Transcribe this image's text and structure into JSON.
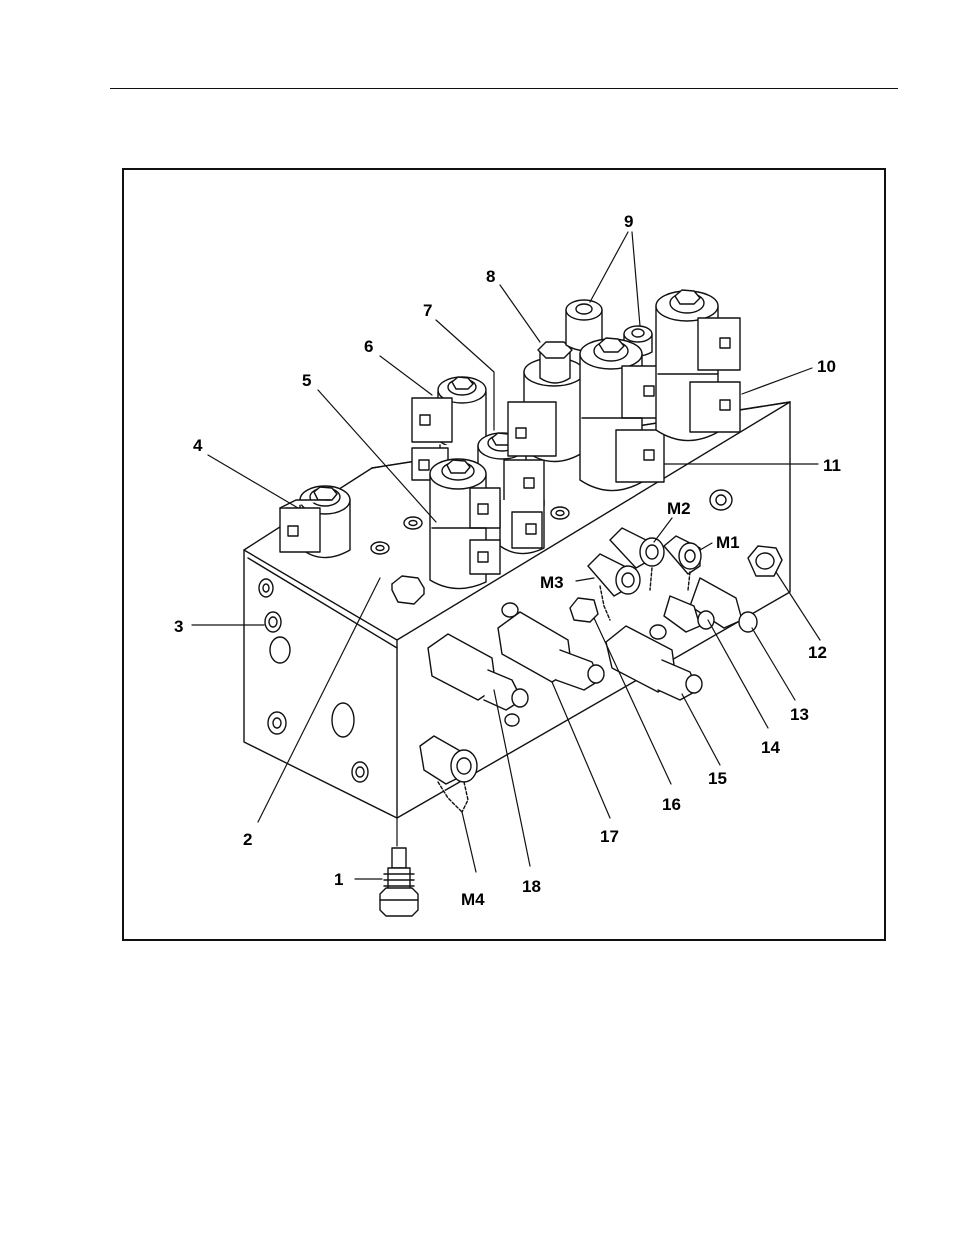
{
  "callouts": {
    "c1": "1",
    "c2": "2",
    "c3": "3",
    "c4": "4",
    "c5": "5",
    "c6": "6",
    "c7": "7",
    "c8": "8",
    "c9": "9",
    "c10": "10",
    "c11": "11",
    "c12": "12",
    "c13": "13",
    "c14": "14",
    "c15": "15",
    "c16": "16",
    "c17": "17",
    "c18": "18",
    "m1": "M1",
    "m2": "M2",
    "m3": "M3",
    "m4": "M4"
  }
}
